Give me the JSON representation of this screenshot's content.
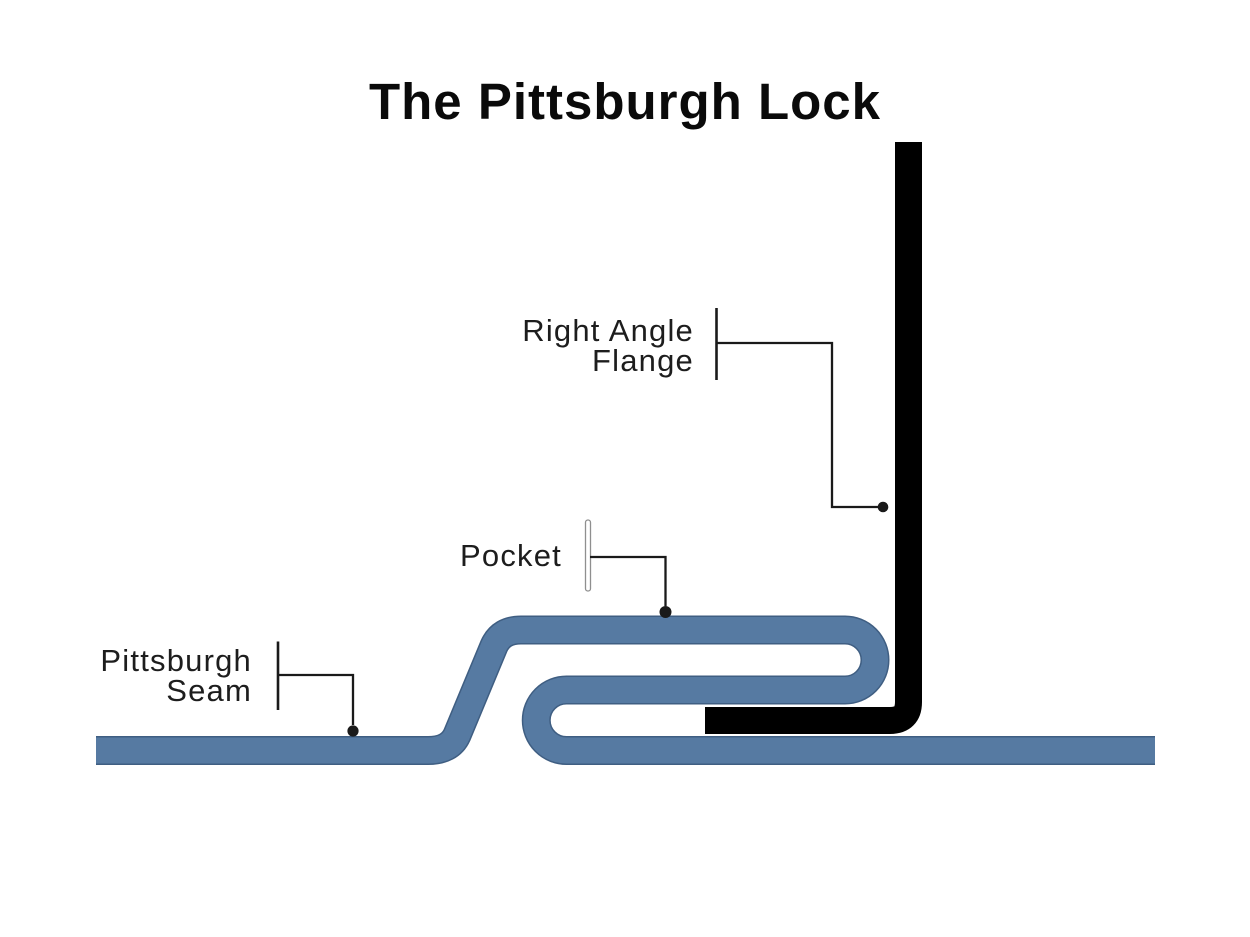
{
  "title": "The Pittsburgh Lock",
  "labels": {
    "right_angle_flange": {
      "line1": "Right Angle",
      "line2": "Flange"
    },
    "pocket": {
      "text": "Pocket"
    },
    "pittsburgh_seam": {
      "line1": "Pittsburgh",
      "line2": "Seam"
    }
  },
  "colors": {
    "sheet_blue": "#567AA2",
    "sheet_blue_outline": "#3F5E82",
    "flange_black": "#000000",
    "leader_line": "#1a1a1a",
    "pocket_tick_fill": "#ffffff",
    "pocket_tick_border": "#8f8f8f"
  }
}
